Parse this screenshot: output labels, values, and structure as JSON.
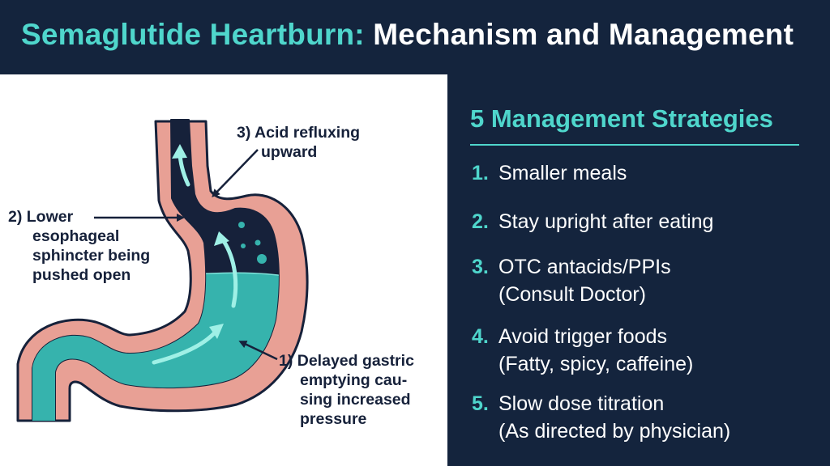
{
  "header": {
    "title_accent": "Semaglutide Heartburn:",
    "title_rest": " Mechanism and Management"
  },
  "diagram": {
    "label_acid": [
      "3) Acid refluxing",
      "upward"
    ],
    "label_les": [
      "2) Lower",
      "esophageal",
      "sphincter being",
      "pushed open"
    ],
    "label_delayed": [
      "1) Delayed gastric",
      "emptying cau-",
      "sing increased",
      "pressure"
    ],
    "colors": {
      "wall": "#e8a095",
      "outline": "#16213a",
      "fluid": "#36b3ad",
      "arrow": "#9ff0e6"
    }
  },
  "strategies": {
    "title": "5 Management Strategies",
    "items": [
      {
        "num": "1.",
        "main": "Smaller meals",
        "sub": ""
      },
      {
        "num": "2.",
        "main": "Stay upright after eating",
        "sub": ""
      },
      {
        "num": "3.",
        "main": "OTC antacids/PPIs",
        "sub": "(Consult Doctor)"
      },
      {
        "num": "4.",
        "main": "Avoid trigger foods",
        "sub": "(Fatty, spicy, caffeine)"
      },
      {
        "num": "5.",
        "main": "Slow dose titration",
        "sub": "(As directed by physician)"
      }
    ]
  }
}
